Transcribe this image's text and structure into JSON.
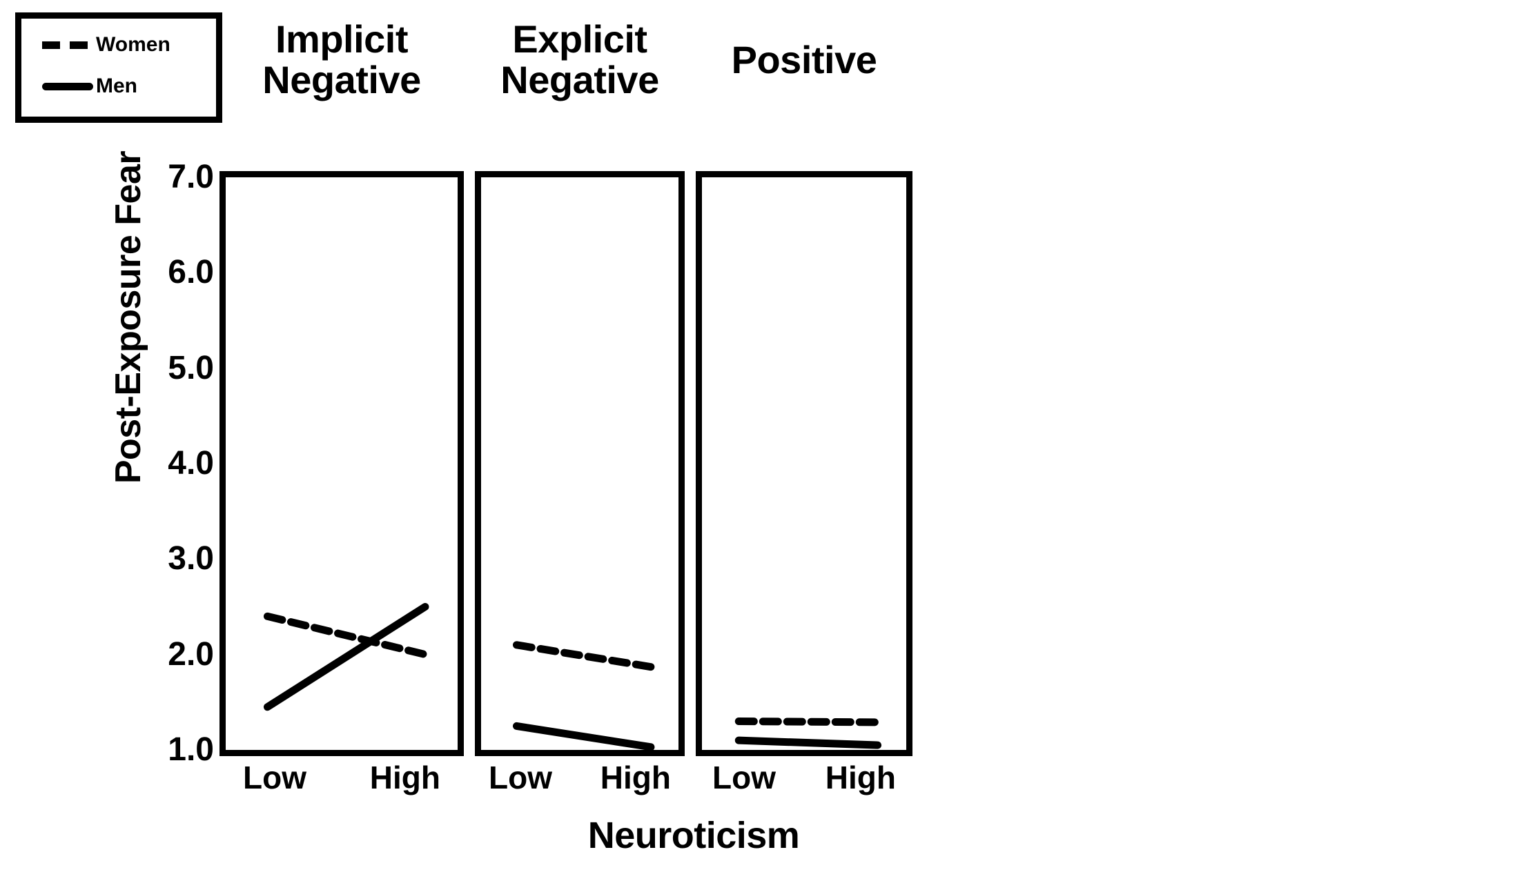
{
  "chart_data": {
    "type": "line",
    "title": "",
    "xlabel": "Neuroticism",
    "ylabel": "Post-Exposure Fear",
    "x": [
      "Low",
      "High"
    ],
    "categories": [
      "Low",
      "High"
    ],
    "ylim": [
      1.0,
      7.0
    ],
    "yticks": [
      "1.0",
      "2.0",
      "3.0",
      "4.0",
      "5.0",
      "6.0",
      "7.0"
    ],
    "ytick_values": [
      1.0,
      2.0,
      3.0,
      4.0,
      5.0,
      6.0,
      7.0
    ],
    "grid": false,
    "legend_position": "top-left-outside",
    "legend_entries": [
      {
        "name": "Women",
        "style": "dashed"
      },
      {
        "name": "Men",
        "style": "solid"
      }
    ],
    "panels": [
      {
        "title": "Implicit\nNegative",
        "series": [
          {
            "name": "Women",
            "style": "dashed",
            "values": [
              2.4,
              2.0
            ]
          },
          {
            "name": "Men",
            "style": "solid",
            "values": [
              1.45,
              2.5
            ]
          }
        ]
      },
      {
        "title": "Explicit\nNegative",
        "series": [
          {
            "name": "Women",
            "style": "dashed",
            "values": [
              2.1,
              1.87
            ]
          },
          {
            "name": "Men",
            "style": "solid",
            "values": [
              1.25,
              1.03
            ]
          }
        ]
      },
      {
        "title": "Positive",
        "series": [
          {
            "name": "Women",
            "style": "dashed",
            "values": [
              1.3,
              1.29
            ]
          },
          {
            "name": "Men",
            "style": "solid",
            "values": [
              1.1,
              1.05
            ]
          }
        ]
      }
    ]
  },
  "legend": {
    "women_label": "Women",
    "men_label": "Men"
  },
  "axes": {
    "y_title": "Post-Exposure Fear",
    "x_title": "Neuroticism",
    "y_tick_labels": [
      "7.0",
      "6.0",
      "5.0",
      "4.0",
      "3.0",
      "2.0",
      "1.0"
    ],
    "x_tick_labels": [
      "Low",
      "High"
    ]
  },
  "panels": [
    {
      "title": "Implicit\nNegative",
      "x_low": "Low",
      "x_high": "High"
    },
    {
      "title": "Explicit\nNegative",
      "x_low": "Low",
      "x_high": "High"
    },
    {
      "title": "Positive",
      "x_low": "Low",
      "x_high": "High"
    }
  ],
  "colors": {
    "line": "#000000",
    "background": "#ffffff",
    "axis": "#000000"
  }
}
